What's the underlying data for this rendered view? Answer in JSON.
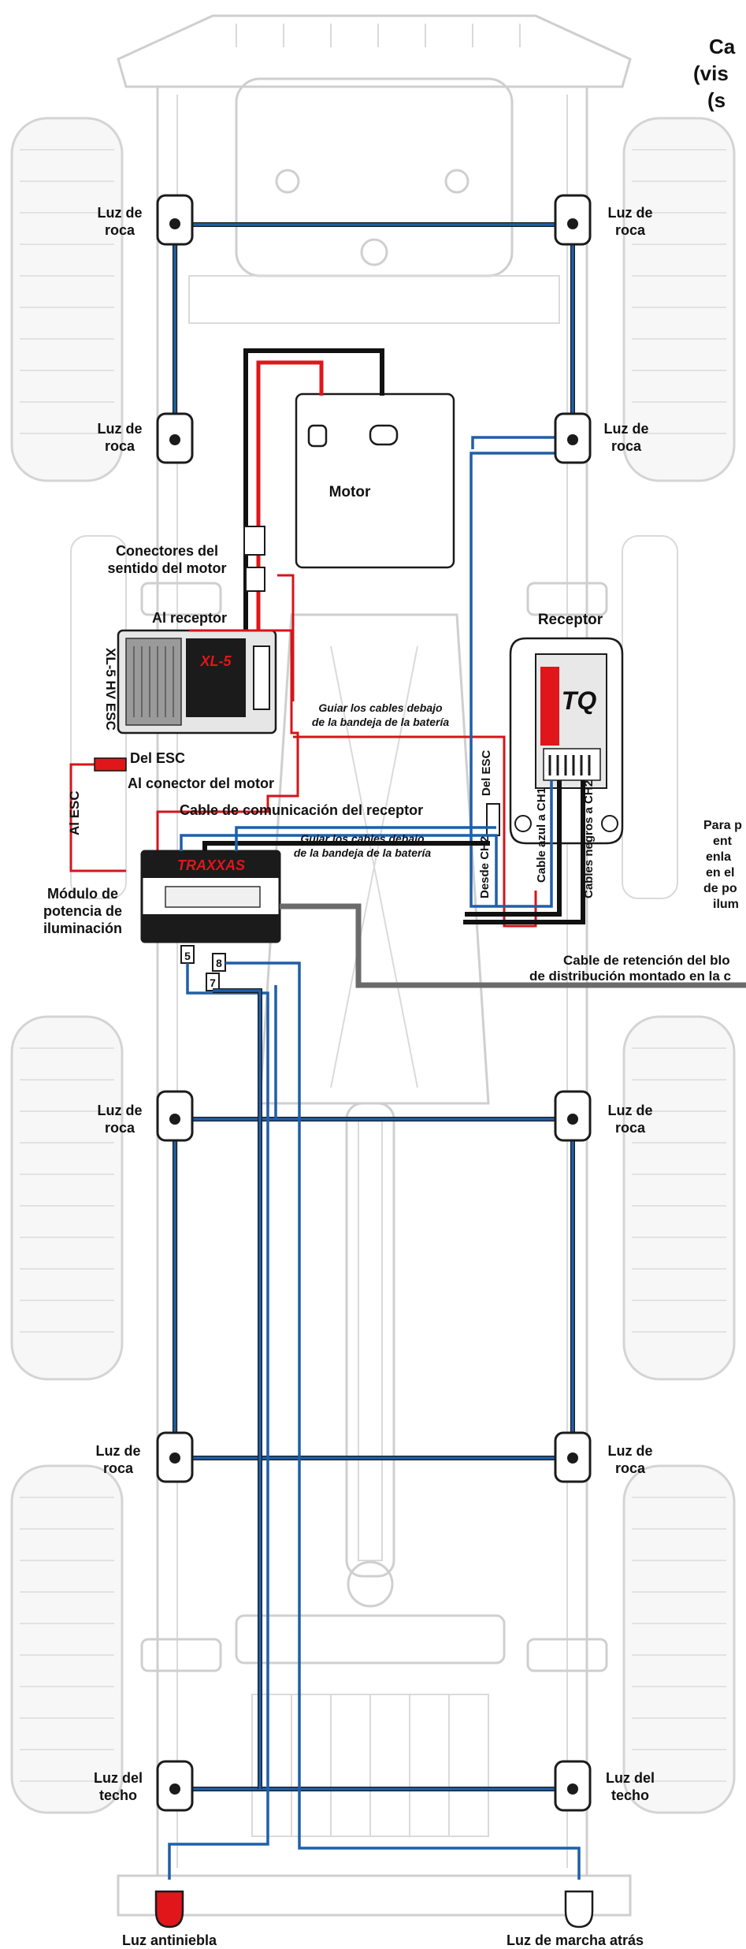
{
  "title": {
    "line1": "Ca",
    "line2": "(vis",
    "line3": "(s"
  },
  "labels": {
    "rock_light_fl": [
      "Luz de",
      "roca"
    ],
    "rock_light_fr": [
      "Luz de",
      "roca"
    ],
    "rock_light_ml": [
      "Luz de",
      "roca"
    ],
    "rock_light_mr": [
      "Luz de",
      "roca"
    ],
    "rock_light_rl1": [
      "Luz de",
      "roca"
    ],
    "rock_light_rr1": [
      "Luz de",
      "roca"
    ],
    "rock_light_rl2": [
      "Luz de",
      "roca"
    ],
    "rock_light_rr2": [
      "Luz de",
      "roca"
    ],
    "roof_light_l": [
      "Luz del",
      "techo"
    ],
    "roof_light_r": [
      "Luz del",
      "techo"
    ],
    "motor": "Motor",
    "motor_connectors": [
      "Conectores del",
      "sentido del motor"
    ],
    "to_receiver": "Al receptor",
    "esc_vertical": "XL-5 HV ESC",
    "from_esc": "Del ESC",
    "to_motor_connector": "Al conector del motor",
    "to_esc": "Al ESC",
    "receiver": "Receptor",
    "route_under_tray_1": [
      "Guiar los cables debajo",
      "de la bandeja de la batería"
    ],
    "route_under_tray_2": [
      "Guiar los cables debajo",
      "de la bandeja de la batería"
    ],
    "receiver_comm_cable": "Cable de comunicación del receptor",
    "lighting_module": [
      "Módulo de",
      "potencia de",
      "iluminación"
    ],
    "from_esc_vertical": "Del ESC",
    "from_ch2_vertical": "Desde CH2",
    "blue_to_ch1": "Cable azul a CH1",
    "black_to_ch2": "Cables negros a CH2",
    "side_note": [
      "Para p",
      "ent",
      "enla",
      "en el",
      "de po",
      "ilum"
    ],
    "retention_cable": [
      "Cable de retención del blo",
      "de distribución montado en la c"
    ],
    "port_5": "5",
    "port_7": "7",
    "port_8": "8",
    "fog_light": "Luz antiniebla",
    "reverse_light": "Luz de marcha atrás"
  },
  "colors": {
    "wire_blue": "#1f5fa8",
    "wire_red": "#e0161b",
    "wire_black": "#111111",
    "chassis": "#cfcfcf",
    "fog_light": "#e0161b"
  }
}
